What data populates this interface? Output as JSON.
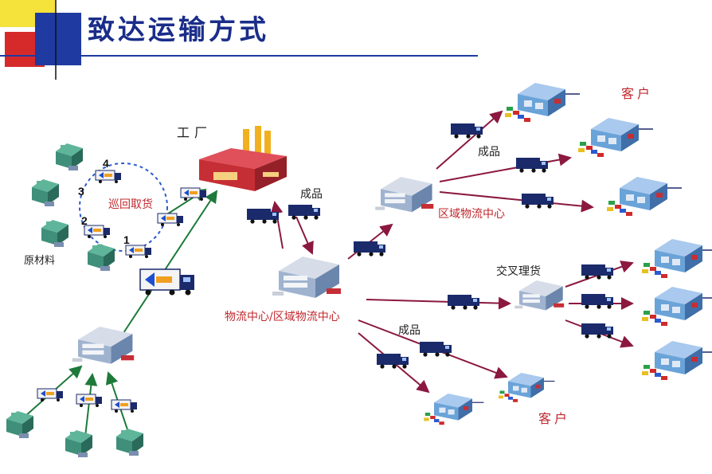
{
  "header": {
    "title": "致达运输方式"
  },
  "labels": {
    "factory": "工厂",
    "finished_goods_top": "成品",
    "milk_run": "巡回取货",
    "raw_material": "原材料",
    "regional_dc_top": "区域物流中心",
    "main_dc": "物流中心/区域物流中心",
    "cross_dock": "交叉理货",
    "finished_goods_right": "成品",
    "finished_goods_bottom": "成品",
    "customer_top": "客户",
    "customer_bottom": "客户",
    "milk_run_stop_1": "1",
    "milk_run_stop_2": "2",
    "milk_run_stop_3": "3",
    "milk_run_stop_4": "4"
  },
  "colors": {
    "title": "#1a2d8a",
    "arrow_red": "#8b1840",
    "arrow_green": "#1e7a3a",
    "truck": "#1b2a6b",
    "warehouse": "#6aa3d8",
    "factory": "#c62e35",
    "label_red": "#c0282e"
  }
}
